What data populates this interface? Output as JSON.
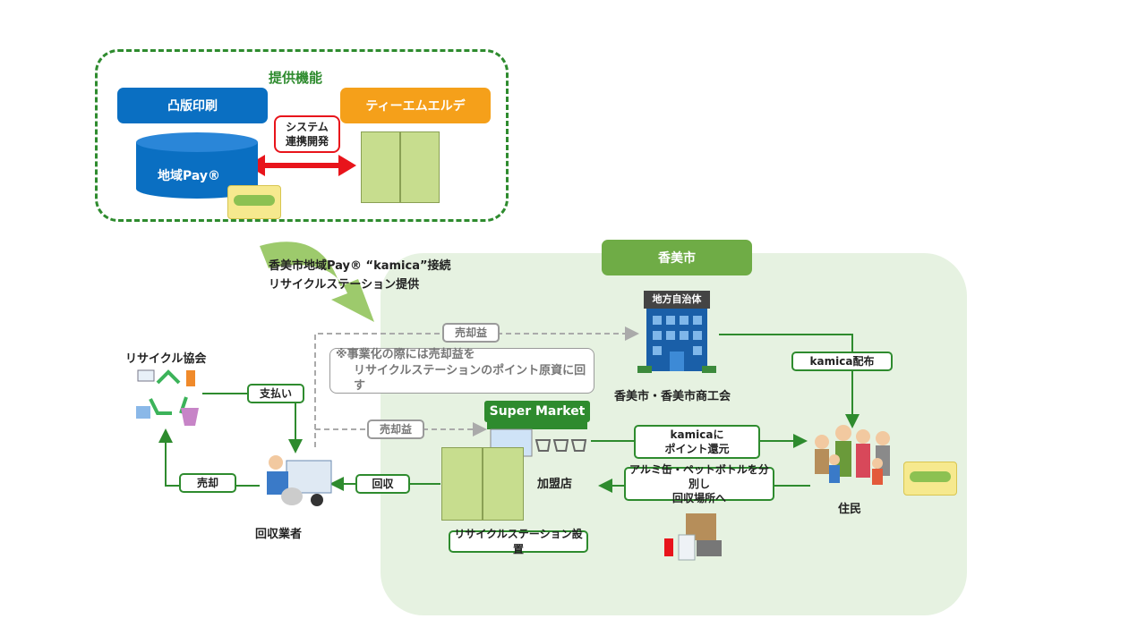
{
  "functions": {
    "title": "提供機能",
    "toppan": "凸版印刷",
    "tml": "ティーエムエルデ",
    "system_dev": [
      "システム",
      "連携開発"
    ],
    "pay": "地域Pay®"
  },
  "connection_note": [
    "香美市地域Pay® “kamica”接続",
    "リサイクルステーション提供"
  ],
  "city": {
    "title": "香美市",
    "gov_sign": "地方自治体",
    "gov_label": "香美市・香美市商工会",
    "note": [
      "※事業化の際には売却益を",
      "リサイクルステーションのポイント原資に回す"
    ],
    "profit1": "売却益",
    "profit2": "売却益",
    "kamica_dist": "kamica配布",
    "supermarket_sign": "Super Market",
    "store_label": "加盟店",
    "point_return": [
      "kamicaに",
      "ポイント還元"
    ],
    "sort_bring": [
      "アルミ缶・ペットボトルを分別し",
      "回収場所へ"
    ],
    "residents": "住民",
    "station_setup": "リサイクルステーション設置",
    "collect": "回収"
  },
  "recycle_assoc": "リサイクル協会",
  "payment": "支払い",
  "sale": "売却",
  "collector": "回収業者",
  "colors": {
    "green": "#2e8b2e",
    "blue": "#0a6fc2",
    "orange": "#f5a01a",
    "city_green": "#6fac46",
    "red": "#e8141b",
    "region": "#e6f2e1"
  }
}
